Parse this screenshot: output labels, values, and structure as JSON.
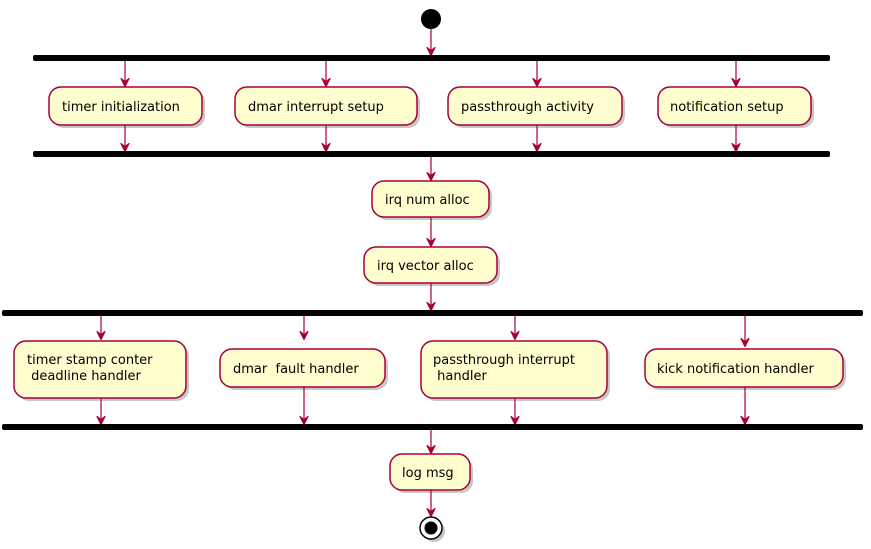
{
  "diagram": {
    "fork1": {
      "activities": [
        {
          "label": [
            "timer initialization"
          ]
        },
        {
          "label": [
            "dmar interrupt setup"
          ]
        },
        {
          "label": [
            "passthrough activity"
          ]
        },
        {
          "label": [
            "notification setup"
          ]
        }
      ]
    },
    "irq_num_alloc": "irq num alloc",
    "irq_vector_alloc": "irq vector alloc",
    "fork2": {
      "activities": [
        {
          "label": [
            "timer stamp conter",
            " deadline handler"
          ]
        },
        {
          "label": [
            "dmar  fault handler"
          ]
        },
        {
          "label": [
            "passthrough interrupt",
            " handler"
          ]
        },
        {
          "label": [
            "kick notification handler"
          ]
        }
      ]
    },
    "log_msg": "log msg",
    "colors": {
      "activity_fill": "#FEFECE",
      "activity_border": "#A80036",
      "arrow": "#A80036",
      "bar": "#000000"
    }
  }
}
